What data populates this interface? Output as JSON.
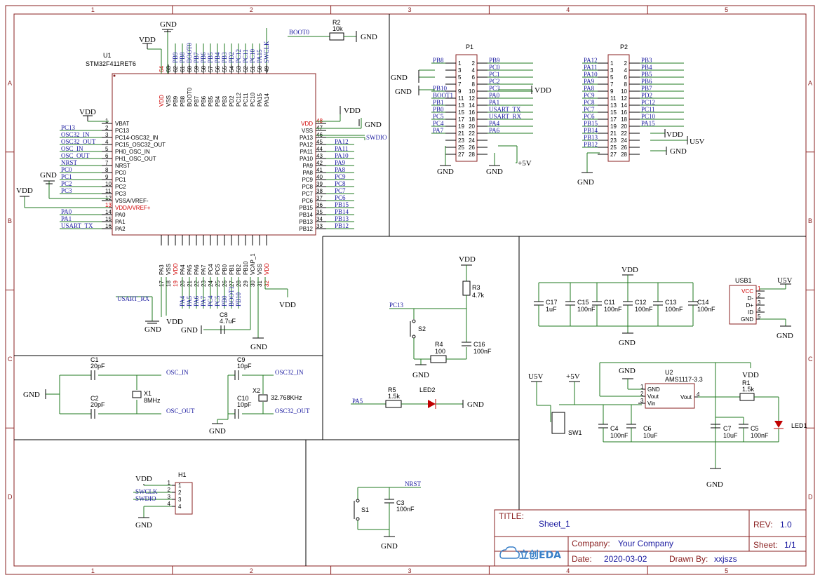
{
  "border": {
    "columns": [
      "1",
      "2",
      "3",
      "4",
      "5"
    ],
    "rows": [
      "A",
      "B",
      "C",
      "D"
    ]
  },
  "title_block": {
    "title_label": "TITLE:",
    "title_value": "Sheet_1",
    "rev_label": "REV:",
    "rev_value": "1.0",
    "company_label": "Company:",
    "company_value": "Your Company",
    "sheet_label": "Sheet:",
    "sheet_value": "1/1",
    "date_label": "Date:",
    "date_value": "2020-03-02",
    "drawn_label": "Drawn By:",
    "drawn_value": "xxjszs",
    "logo_text": "立创EDA"
  },
  "mcu": {
    "designator": "U1",
    "part": "STM32F411RET6",
    "left_pins": [
      {
        "num": "1",
        "name": "VBAT",
        "red": false
      },
      {
        "num": "2",
        "name": "PC13",
        "red": false
      },
      {
        "num": "3",
        "name": "PC14-OSC32_IN",
        "red": false
      },
      {
        "num": "4",
        "name": "PC15_OSC32_OUT",
        "red": false
      },
      {
        "num": "5",
        "name": "PH0_OSC_IN",
        "red": false
      },
      {
        "num": "6",
        "name": "PH1_OSC_OUT",
        "red": false
      },
      {
        "num": "7",
        "name": "NRST",
        "red": false
      },
      {
        "num": "8",
        "name": "PC0",
        "red": false
      },
      {
        "num": "9",
        "name": "PC1",
        "red": false
      },
      {
        "num": "10",
        "name": "PC2",
        "red": false
      },
      {
        "num": "11",
        "name": "PC3",
        "red": false
      },
      {
        "num": "12",
        "name": "VSSA/VREF-",
        "red": false
      },
      {
        "num": "13",
        "name": "VDDA/VREF+",
        "red": true
      },
      {
        "num": "14",
        "name": "PA0",
        "red": false
      },
      {
        "num": "15",
        "name": "PA1",
        "red": false
      },
      {
        "num": "16",
        "name": "PA2",
        "red": false
      }
    ],
    "left_nets": [
      "VDD",
      "PC13",
      "OSC32_IN",
      "OSC32_OUT",
      "OSC_IN",
      "OSC_OUT",
      "NRST",
      "PC0",
      "PC1",
      "PC2",
      "PC3",
      "GND",
      "VDD",
      "PA0",
      "PA1",
      "USART_TX"
    ],
    "right_pins": [
      {
        "num": "48",
        "name": "VDD",
        "red": true
      },
      {
        "num": "47",
        "name": "VSS",
        "red": false
      },
      {
        "num": "46",
        "name": "PA13",
        "red": false
      },
      {
        "num": "45",
        "name": "PA12",
        "red": false
      },
      {
        "num": "44",
        "name": "PA11",
        "red": false
      },
      {
        "num": "43",
        "name": "PA10",
        "red": false
      },
      {
        "num": "42",
        "name": "PA9",
        "red": false
      },
      {
        "num": "41",
        "name": "PA8",
        "red": false
      },
      {
        "num": "40",
        "name": "PC9",
        "red": false
      },
      {
        "num": "39",
        "name": "PC8",
        "red": false
      },
      {
        "num": "38",
        "name": "PC7",
        "red": false
      },
      {
        "num": "37",
        "name": "PC6",
        "red": false
      },
      {
        "num": "36",
        "name": "PB15",
        "red": false
      },
      {
        "num": "35",
        "name": "PB14",
        "red": false
      },
      {
        "num": "34",
        "name": "PB13",
        "red": false
      },
      {
        "num": "33",
        "name": "PB12",
        "red": false
      }
    ],
    "right_nets": [
      "VDD",
      "GND",
      "SWDIO",
      "PA12",
      "PA11",
      "PA10",
      "PA9",
      "PA8",
      "PC9",
      "PC8",
      "PC7",
      "PC6",
      "PB15",
      "PB14",
      "PB13",
      "PB12"
    ],
    "top_pins": [
      {
        "num": "64",
        "name": "VDD",
        "red": true
      },
      {
        "num": "63",
        "name": "VSS",
        "red": false
      },
      {
        "num": "62",
        "name": "PB9",
        "red": false
      },
      {
        "num": "61",
        "name": "PB8",
        "red": false
      },
      {
        "num": "60",
        "name": "BOOT0",
        "red": false
      },
      {
        "num": "59",
        "name": "PB7",
        "red": false
      },
      {
        "num": "58",
        "name": "PB6",
        "red": false
      },
      {
        "num": "57",
        "name": "PB5",
        "red": false
      },
      {
        "num": "56",
        "name": "PB4",
        "red": false
      },
      {
        "num": "55",
        "name": "PB3",
        "red": false
      },
      {
        "num": "54",
        "name": "PD2",
        "red": false
      },
      {
        "num": "53",
        "name": "PC12",
        "red": false
      },
      {
        "num": "52",
        "name": "PC11",
        "red": false
      },
      {
        "num": "51",
        "name": "PC10",
        "red": false
      },
      {
        "num": "50",
        "name": "PA15",
        "red": false
      },
      {
        "num": "49",
        "name": "PA14",
        "red": false
      }
    ],
    "top_nets": [
      "",
      "",
      "PB9",
      "PB8",
      "BOOT0",
      "PB7",
      "PB6",
      "PB5",
      "PB4",
      "PB3",
      "PD2",
      "PC12",
      "PC11",
      "PC10",
      "PA15",
      "SWCLK"
    ],
    "bottom_pins": [
      {
        "num": "17",
        "name": "PA3",
        "red": false
      },
      {
        "num": "18",
        "name": "VSS",
        "red": false
      },
      {
        "num": "19",
        "name": "VDD",
        "red": true
      },
      {
        "num": "20",
        "name": "PA4",
        "red": false
      },
      {
        "num": "21",
        "name": "PA5",
        "red": false
      },
      {
        "num": "22",
        "name": "PA6",
        "red": false
      },
      {
        "num": "23",
        "name": "PA7",
        "red": false
      },
      {
        "num": "24",
        "name": "PC4",
        "red": false
      },
      {
        "num": "25",
        "name": "PC5",
        "red": false
      },
      {
        "num": "26",
        "name": "PB0",
        "red": false
      },
      {
        "num": "27",
        "name": "PB1",
        "red": false
      },
      {
        "num": "28",
        "name": "PB2",
        "red": false
      },
      {
        "num": "29",
        "name": "PB10",
        "red": false
      },
      {
        "num": "30",
        "name": "VCAP_1",
        "red": false
      },
      {
        "num": "31",
        "name": "VSS",
        "red": false
      },
      {
        "num": "32",
        "name": "VDD",
        "red": true
      }
    ],
    "bottom_nets": [
      "",
      "",
      "",
      "PA4",
      "PA5",
      "PA6",
      "PA7",
      "PC4",
      "PC5",
      "PB0",
      "BOOT1",
      "PB10",
      "",
      "",
      "",
      ""
    ],
    "vdd_top": "VDD",
    "gnd_top": "GND",
    "usart_rx": "USART_RX",
    "c8_ref": "C8",
    "c8_val": "4.7uF",
    "gnd": "GND",
    "vdd": "VDD"
  },
  "boot": {
    "net": "BOOT0",
    "ref": "R2",
    "val": "10k",
    "gnd": "GND"
  },
  "p1": {
    "ref": "P1",
    "left_nums": [
      "1",
      "3",
      "5",
      "7",
      "9",
      "11",
      "13",
      "15",
      "17",
      "19",
      "21",
      "23",
      "25",
      "27"
    ],
    "right_nums": [
      "2",
      "4",
      "6",
      "8",
      "10",
      "12",
      "14",
      "16",
      "18",
      "20",
      "22",
      "24",
      "26",
      "28"
    ],
    "left_nets": [
      "PB8",
      "",
      "",
      "",
      "PB10",
      "BOOT1",
      "PB1",
      "PB0",
      "PC5",
      "PC4",
      "PA7",
      "",
      "",
      ""
    ],
    "right_nets": [
      "PB9",
      "PC0",
      "PC1",
      "PC2",
      "PC3",
      "PA0",
      "PA1",
      "USART_TX",
      "USART_RX",
      "PA4",
      "PA6",
      "",
      "",
      ""
    ],
    "vdd": "VDD",
    "gnd": "GND",
    "p5v": "+5V"
  },
  "p2": {
    "ref": "P2",
    "left_nums": [
      "1",
      "3",
      "5",
      "7",
      "9",
      "11",
      "13",
      "15",
      "17",
      "19",
      "21",
      "23",
      "25",
      "27"
    ],
    "right_nums": [
      "2",
      "4",
      "6",
      "8",
      "10",
      "12",
      "14",
      "16",
      "18",
      "20",
      "22",
      "24",
      "26",
      "28"
    ],
    "left_nets": [
      "PA12",
      "PA11",
      "PA10",
      "PA9",
      "PA8",
      "PC9",
      "PC8",
      "PC7",
      "PC6",
      "PB15",
      "PB14",
      "PB13",
      "PB12",
      ""
    ],
    "right_nets": [
      "PB3",
      "PB4",
      "PB5",
      "PB6",
      "PB7",
      "PD2",
      "PC12",
      "PC11",
      "PC10",
      "PA15",
      "",
      "",
      "",
      ""
    ],
    "vdd": "VDD",
    "u5v": "U5V",
    "gnd": "GND"
  },
  "osc": {
    "c1_ref": "C1",
    "c1_val": "20pF",
    "c2_ref": "C2",
    "c2_val": "20pF",
    "x1_ref": "X1",
    "x1_val": "8MHz",
    "osc_in": "OSC_IN",
    "osc_out": "OSC_OUT",
    "c9_ref": "C9",
    "c9_val": "10pF",
    "c10_ref": "C10",
    "c10_val": "10pF",
    "x2_ref": "X2",
    "x2_val": "32.768KHz",
    "osc32_in": "OSC32_IN",
    "osc32_out": "OSC32_OUT",
    "gnd": "GND"
  },
  "user": {
    "vdd": "VDD",
    "r3_ref": "R3",
    "r3_val": "4.7k",
    "pc13": "PC13",
    "s2": "S2",
    "r4_ref": "R4",
    "r4_val": "100",
    "c16_ref": "C16",
    "c16_val": "100nF",
    "gnd": "GND",
    "pa5": "PA5",
    "r5_ref": "R5",
    "r5_val": "1.5k",
    "led2": "LED2"
  },
  "power": {
    "vdd": "VDD",
    "gnd": "GND",
    "caps": [
      {
        "ref": "C17",
        "val": "1uF"
      },
      {
        "ref": "C15",
        "val": "100nF"
      },
      {
        "ref": "C11",
        "val": "100nF"
      },
      {
        "ref": "C12",
        "val": "100nF"
      },
      {
        "ref": "C13",
        "val": "100nF"
      },
      {
        "ref": "C14",
        "val": "100nF"
      }
    ],
    "usb_ref": "USB1",
    "u5v": "U5V",
    "usb_pins": [
      {
        "num": "1",
        "name": "VCC",
        "red": true
      },
      {
        "num": "2",
        "name": "D-",
        "red": false
      },
      {
        "num": "3",
        "name": "D+",
        "red": false
      },
      {
        "num": "4",
        "name": "ID",
        "red": false
      },
      {
        "num": "5",
        "name": "GND",
        "red": false
      }
    ],
    "u5v_b": "U5V",
    "p5v": "+5V",
    "sw1": "SW1",
    "u2_ref": "U2",
    "u2_part": "AMS1117-3.3",
    "u2_pins": [
      {
        "num": "1",
        "name": "GND"
      },
      {
        "num": "2",
        "name": "Vout"
      },
      {
        "num": "3",
        "name": "Vin"
      },
      {
        "num": "4",
        "name": "Vout"
      }
    ],
    "c4_ref": "C4",
    "c4_val": "100nF",
    "c6_ref": "C6",
    "c6_val": "10uF",
    "c7_ref": "C7",
    "c7_val": "10uF",
    "c5_ref": "C5",
    "c5_val": "100nF",
    "r1_ref": "R1",
    "r1_val": "1.5k",
    "led1": "LED1"
  },
  "swd": {
    "ref": "H1",
    "vdd": "VDD",
    "swclk": "SWCLK",
    "swdio": "SWDIO",
    "gnd": "GND",
    "pins": [
      "1",
      "2",
      "3",
      "4"
    ]
  },
  "reset": {
    "nrst": "NRST",
    "s1": "S1",
    "c3_ref": "C3",
    "c3_val": "100nF",
    "gnd": "GND"
  }
}
